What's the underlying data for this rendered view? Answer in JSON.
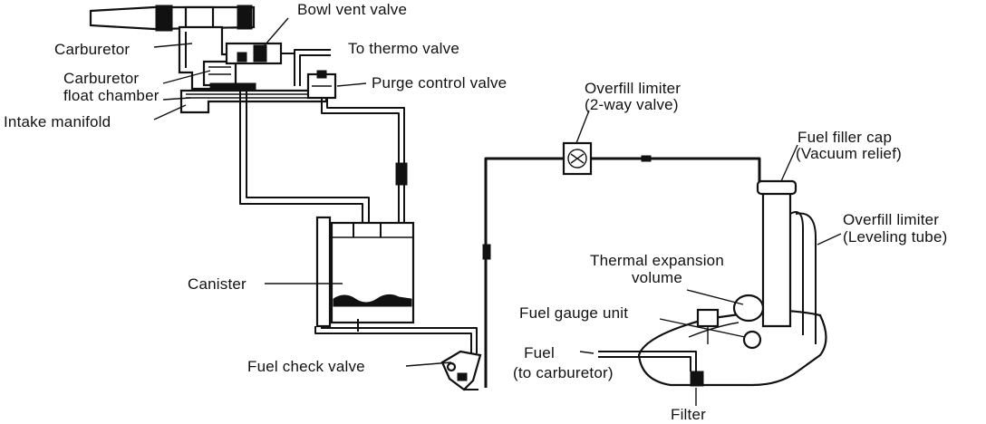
{
  "labels": {
    "bowl_vent_valve": "Bowl vent valve",
    "carburetor": "Carburetor",
    "to_thermo_valve": "To thermo valve",
    "carburetor_float_chamber_1": "Carburetor",
    "carburetor_float_chamber_2": "float chamber",
    "purge_control_valve": "Purge control valve",
    "intake_manifold": "Intake manifold",
    "overfill_limiter_2way_1": "Overfill limiter",
    "overfill_limiter_2way_2": "(2-way valve)",
    "fuel_filler_cap_1": "Fuel filler cap",
    "fuel_filler_cap_2": "(Vacuum relief)",
    "overfill_limiter_leveling_1": "Overfill limiter",
    "overfill_limiter_leveling_2": "(Leveling tube)",
    "thermal_expansion_1": "Thermal expansion",
    "thermal_expansion_2": "volume",
    "canister": "Canister",
    "fuel_gauge_unit": "Fuel gauge unit",
    "fuel_1": "Fuel",
    "fuel_2": "(to carburetor)",
    "fuel_check_valve": "Fuel check valve",
    "filter": "Filter"
  }
}
